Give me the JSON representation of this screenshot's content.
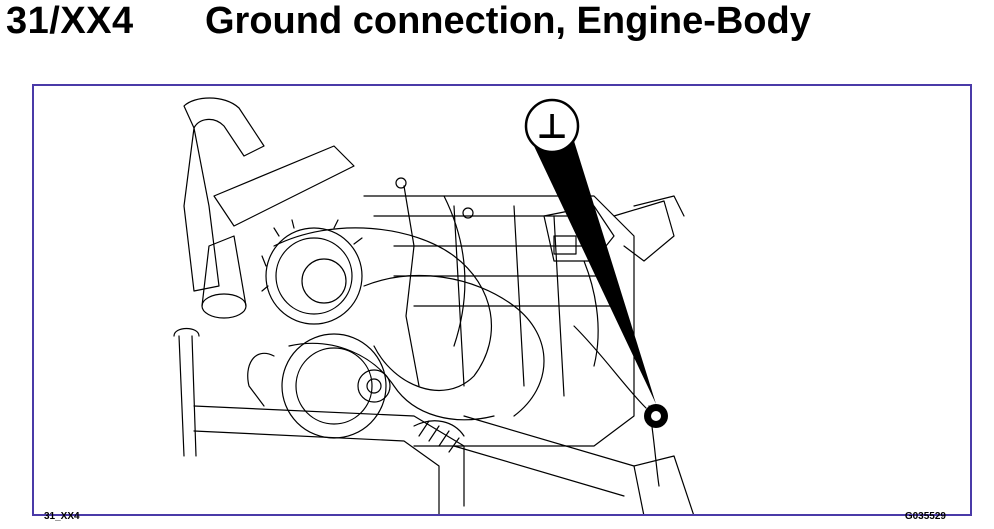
{
  "header": {
    "code": "31/XX4",
    "title": "Ground connection, Engine-Body"
  },
  "figure": {
    "ground_symbol": "⊥",
    "label_left": "31_XX4",
    "label_right": "G035529",
    "border_color": "#4a3aa8",
    "line_color": "#000000"
  }
}
